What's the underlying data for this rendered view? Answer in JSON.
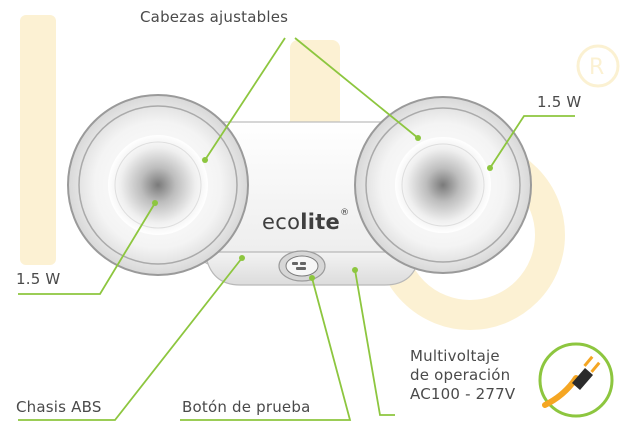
{
  "labels": {
    "adjustable_heads": "Cabezas ajustables",
    "right_power": "1.5 W",
    "left_power": "1.5 W",
    "chassis": "Chasis ABS",
    "test_button": "Botón de prueba",
    "voltage_line1": "Multivoltaje",
    "voltage_line2": "de operación",
    "voltage_line3": "AC100 - 277V"
  },
  "brand": {
    "prefix": "eco",
    "suffix": "lite",
    "mark": "®"
  },
  "colors": {
    "callout_line": "#8dc63f",
    "text": "#4a4a4a",
    "plug_circle": "#8dc63f",
    "cable": "#f5a623",
    "watermark": "#fbeec8"
  },
  "icons": [
    "plug-icon",
    "registered-mark-icon"
  ]
}
